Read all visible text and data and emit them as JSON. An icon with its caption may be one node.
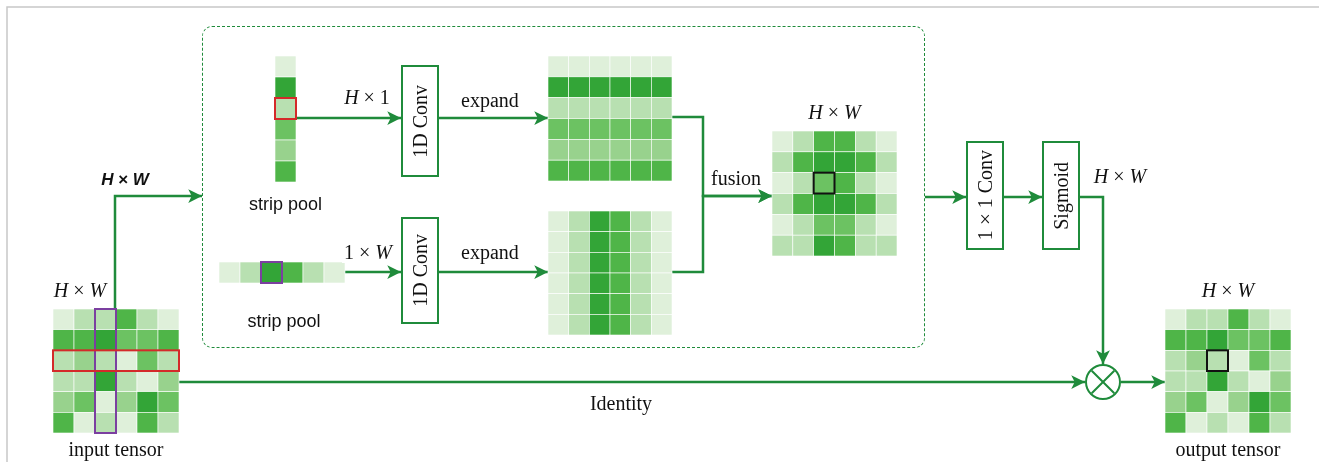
{
  "diagram": {
    "nodes": [
      {
        "text": [],
        "shape": "box"
      },
      {
        "text": [
          "*H* × *W*",
          "input tensor"
        ]
      },
      {
        "text": [
          "strip pool"
        ],
        "in": 0
      },
      {
        "text": [
          "1D Conv"
        ],
        "in": 0
      },
      {
        "text": [],
        "shape": "grid",
        "in": 0
      },
      {
        "text": [
          "strip pool"
        ],
        "in": 0
      },
      {
        "text": [
          "1D Conv"
        ],
        "in": 0
      },
      {
        "text": [],
        "shape": "grid",
        "in": 0
      },
      {
        "text": [
          "*H* × *W*"
        ],
        "in": 0
      },
      {
        "text": [
          "1×1 Conv"
        ]
      },
      {
        "text": [
          "Sigmoid"
        ]
      },
      {
        "text": [],
        "shape": "circle"
      },
      {
        "text": [
          "*H* × *W*",
          "output tensor"
        ]
      }
    ],
    "edges": [
      {
        "from": 1,
        "to": 0,
        "arrow": "to",
        "label": "*H* × *W*"
      },
      {
        "from": 2,
        "to": 3,
        "arrow": "to",
        "label": "*H* × 1"
      },
      {
        "from": 3,
        "to": 4,
        "arrow": "to",
        "label": "expand"
      },
      {
        "from": 5,
        "to": 6,
        "arrow": "to",
        "label": "1 × *W*"
      },
      {
        "from": 6,
        "to": 7,
        "arrow": "to",
        "label": "expand"
      },
      {
        "from": 4,
        "to": 8,
        "arrow": "to",
        "label": "fusion"
      },
      {
        "from": 7,
        "to": 8,
        "arrow": "to"
      },
      {
        "from": 0,
        "to": 9,
        "arrow": "to"
      },
      {
        "from": 9,
        "to": 10,
        "arrow": "to"
      },
      {
        "from": 10,
        "to": 11,
        "arrow": "to",
        "label": "*H* × *W*"
      },
      {
        "from": 1,
        "to": 11,
        "arrow": "to",
        "label": "Identity"
      },
      {
        "from": 11,
        "to": 12,
        "arrow": "to"
      }
    ]
  }
}
